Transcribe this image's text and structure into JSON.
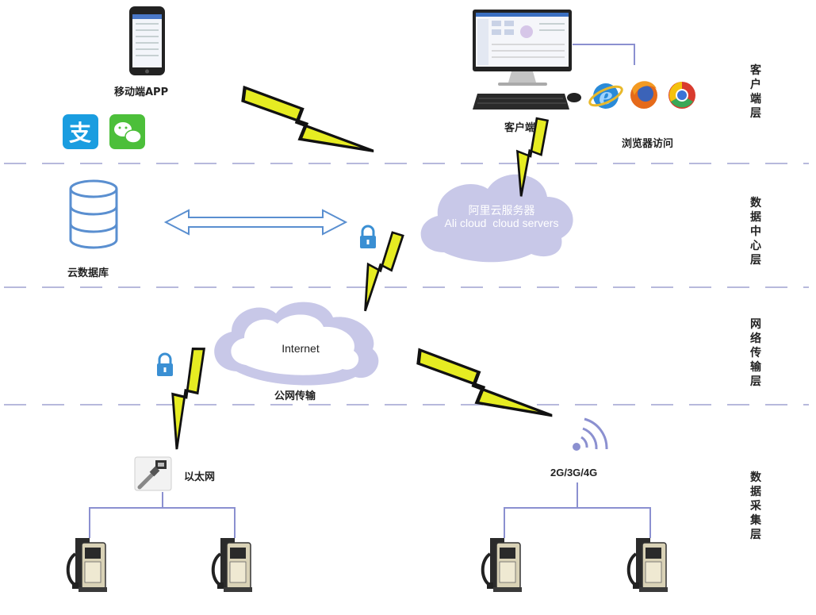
{
  "labels": {
    "mobile_app": "移动端APP",
    "client": "客户端",
    "browser_access": "浏览器访问",
    "cloud_db": "云数据库",
    "aliyun_cn": "阿里云服务器",
    "aliyun_en": "Ali cloud  cloud servers",
    "internet": "Internet",
    "public_net": "公网传输",
    "ethernet": "以太网",
    "mobile_net": "2G/3G/4G"
  },
  "layers": {
    "client_layer": "客户端层",
    "datacenter_layer": "数据中心层",
    "transport_layer": "网络传输层",
    "collection_layer": "数据采集层"
  },
  "colors": {
    "dash": "#b7b9dc",
    "cloud": "#c8c8e8",
    "cloud_outline": "#a9a9d6",
    "bolt_fill": "#e6ec22",
    "bolt_stroke": "#111111",
    "wire": "#8b90d0",
    "lock": "#3a8fd3"
  }
}
